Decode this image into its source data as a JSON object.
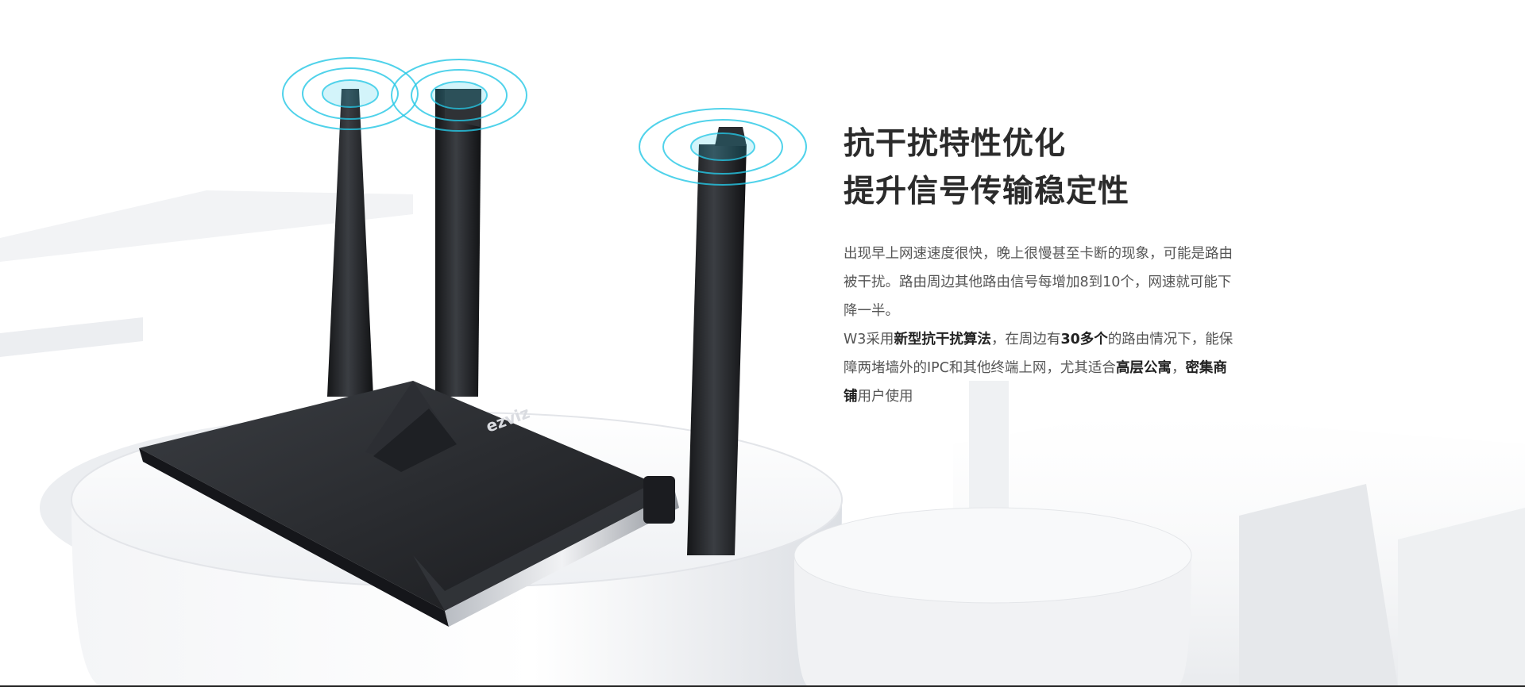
{
  "headline": {
    "line1": "抗干扰特性优化",
    "line2": "提升信号传输稳定性"
  },
  "description": {
    "paragraph1": "出现早上网速速度很快，晚上很慢甚至卡断的现象，可能是路由被干扰。路由周边其他路由信号每增加8到10个，网速就可能下降一半。",
    "paragraph2": {
      "t1": "W3采用",
      "b1": "新型抗干扰算法",
      "t2": "，在周边有",
      "b2": "30多个",
      "t3": "的路由情况下，能保障两堵墙外的IPC和其他终端上网，尤其适合",
      "b3": "高层公寓",
      "t4": "，",
      "b4": "密集商铺",
      "t5": "用户使用"
    }
  },
  "product": {
    "brand_logo_text": "ezviz"
  },
  "colors": {
    "signal_ring": "#25c8e6",
    "router_body": "#1f2125",
    "headline": "#2b2b2b",
    "body": "#555555"
  }
}
